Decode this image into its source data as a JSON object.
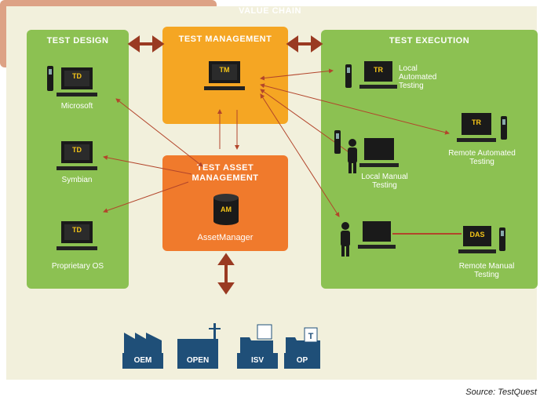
{
  "panels": {
    "design_title": "TEST DESIGN",
    "management_title": "TEST MANAGEMENT",
    "execution_title": "TEST EXECUTION",
    "asset_title": "TEST ASSET\nMANAGEMENT",
    "chain_title": "VALUE CHAIN"
  },
  "design_nodes": [
    {
      "badge": "TD",
      "label": "Microsoft"
    },
    {
      "badge": "TD",
      "label": "Symbian"
    },
    {
      "badge": "TD",
      "label": "Proprietary OS"
    }
  ],
  "management_node": {
    "badge": "TM"
  },
  "asset_node": {
    "badge": "AM",
    "label": "AssetManager"
  },
  "execution_nodes": [
    {
      "badge": "TR",
      "label": "Local\nAutomated\nTesting"
    },
    {
      "badge": "TR",
      "label": "Remote Automated\nTesting"
    },
    {
      "badge": "",
      "label": "Local Manual\nTesting"
    },
    {
      "badge": "DAS",
      "label": "Remote Manual\nTesting"
    }
  ],
  "chain_items": [
    "OEM",
    "OPEN",
    "ISV",
    "OP"
  ],
  "chain_icons": [
    "factory-icon",
    "open-source-icon",
    "isv-icon",
    "operator-icon"
  ],
  "source": "Source: TestQuest",
  "colors": {
    "panel_green": "#8cc152",
    "management_orange": "#f5a623",
    "asset_orange": "#f07a2c",
    "chain_tan": "#dda285",
    "arrow_red": "#b2452b",
    "box_blue": "#1f4f78"
  }
}
